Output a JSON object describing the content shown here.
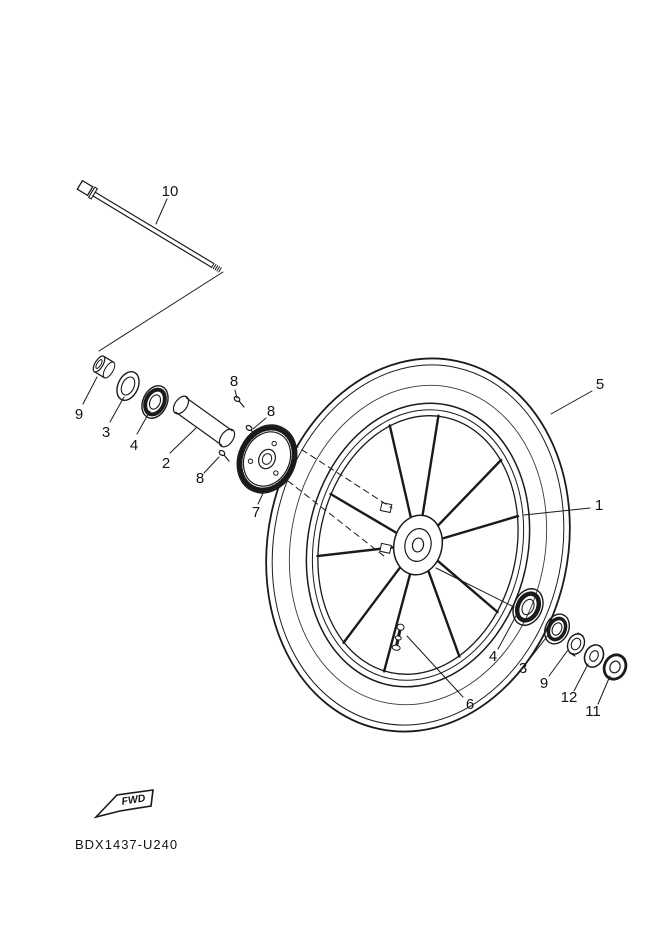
{
  "figure": {
    "part_code": "BDX1437-U240",
    "fwd_label": "FWD"
  },
  "callouts": [
    {
      "ref": "axle",
      "label": "10"
    },
    {
      "ref": "collar-left",
      "label": "9"
    },
    {
      "ref": "oil-seal-left",
      "label": "3"
    },
    {
      "ref": "bearing-left",
      "label": "4"
    },
    {
      "ref": "spacer",
      "label": "2"
    },
    {
      "ref": "screw-top",
      "label": "8"
    },
    {
      "ref": "screw-mid",
      "label": "8"
    },
    {
      "ref": "screw-bottom",
      "label": "8"
    },
    {
      "ref": "sensor-rotor",
      "label": "7"
    },
    {
      "ref": "tire",
      "label": "5"
    },
    {
      "ref": "cast-wheel",
      "label": "1"
    },
    {
      "ref": "valve",
      "label": "6"
    },
    {
      "ref": "bearing-right",
      "label": "4"
    },
    {
      "ref": "oil-seal-right",
      "label": "3"
    },
    {
      "ref": "collar-right",
      "label": "9"
    },
    {
      "ref": "washer",
      "label": "12"
    },
    {
      "ref": "axle-nut",
      "label": "11"
    }
  ]
}
